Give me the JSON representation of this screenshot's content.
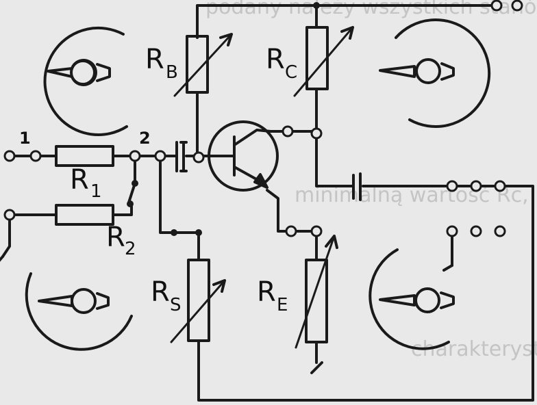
{
  "background_text": [
    "podany należy wszystkich stanów wartość",
    "minimalną wartość Rc, przy której",
    "charakterystyka przejściowa"
  ],
  "labels": {
    "rb": "R",
    "rb_sub": "B",
    "rc": "R",
    "rc_sub": "C",
    "r1": "R",
    "r1_sub": "1",
    "r2": "R",
    "r2_sub": "2",
    "rs": "R",
    "rs_sub": "S",
    "re": "R",
    "re_sub": "E",
    "terminal_1": "1",
    "terminal_2": "2"
  },
  "colors": {
    "ink": "#1a1a1a",
    "paper": "#e9e9e9",
    "faded_text": "#c4c4c4"
  }
}
